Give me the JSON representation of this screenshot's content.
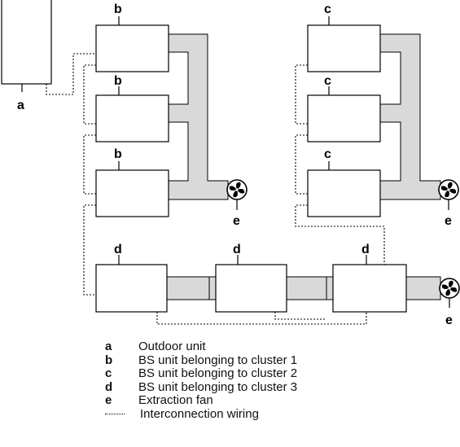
{
  "labels": {
    "a": "a",
    "b": "b",
    "c": "c",
    "d": "d",
    "e": "e"
  },
  "legend": [
    {
      "key": "a",
      "text": "Outdoor unit"
    },
    {
      "key": "b",
      "text": "BS unit belonging to cluster 1"
    },
    {
      "key": "c",
      "text": "BS unit belonging to cluster 2"
    },
    {
      "key": "d",
      "text": "BS unit belonging to cluster 3"
    },
    {
      "key": "e",
      "text": "Extraction fan"
    },
    {
      "key": "",
      "text": "Interconnection wiring"
    }
  ],
  "colors": {
    "duct_fill": "#d9d9d9",
    "line": "#000000",
    "unit_fill": "#ffffff"
  },
  "icons": {
    "fan": "extraction-fan-icon"
  }
}
